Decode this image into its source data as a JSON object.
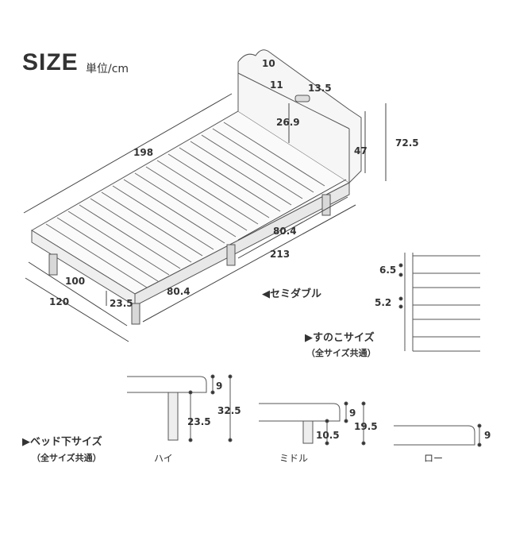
{
  "header": {
    "title": "SIZE",
    "unit": "単位/cm"
  },
  "bed": {
    "dims": {
      "length": "198",
      "width_headboard": "100",
      "width_total": "120",
      "height_under": "23.5",
      "mattress_half_a": "80.4",
      "mattress_half_b": "80.4",
      "total_length": "213",
      "shelf_top": "10",
      "shelf_depth": "11",
      "outlet": "13.5",
      "shelf_height": "26.9",
      "headboard_mid": "47",
      "headboard_total": "72.5"
    },
    "variant_label": "◀セミダブル"
  },
  "slats": {
    "title": "▶すのこサイズ",
    "subtitle": "（全サイズ共通）",
    "gap": "6.5",
    "width": "5.2"
  },
  "legs": {
    "title": "▶ベッド下サイズ",
    "subtitle": "（全サイズ共通）",
    "high": {
      "name": "ハイ",
      "frame": "9",
      "leg": "23.5",
      "total": "32.5"
    },
    "middle": {
      "name": "ミドル",
      "frame": "9",
      "leg": "10.5",
      "total": "19.5"
    },
    "low": {
      "name": "ロー",
      "frame": "9"
    }
  }
}
